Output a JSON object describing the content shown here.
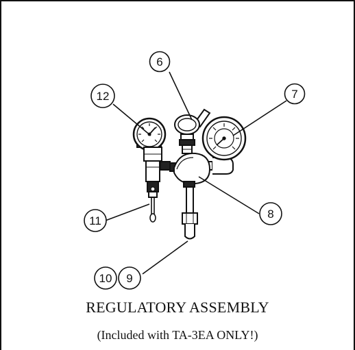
{
  "diagram": {
    "callouts": [
      {
        "id": "6",
        "label": "6"
      },
      {
        "id": "7",
        "label": "7"
      },
      {
        "id": "12",
        "label": "12"
      },
      {
        "id": "8",
        "label": "8"
      },
      {
        "id": "11",
        "label": "11"
      },
      {
        "id": "10",
        "label": "10"
      },
      {
        "id": "9",
        "label": "9"
      }
    ]
  },
  "caption": {
    "title": "REGULATORY ASSEMBLY",
    "note": "(Included with TA-3EA ONLY!)"
  }
}
